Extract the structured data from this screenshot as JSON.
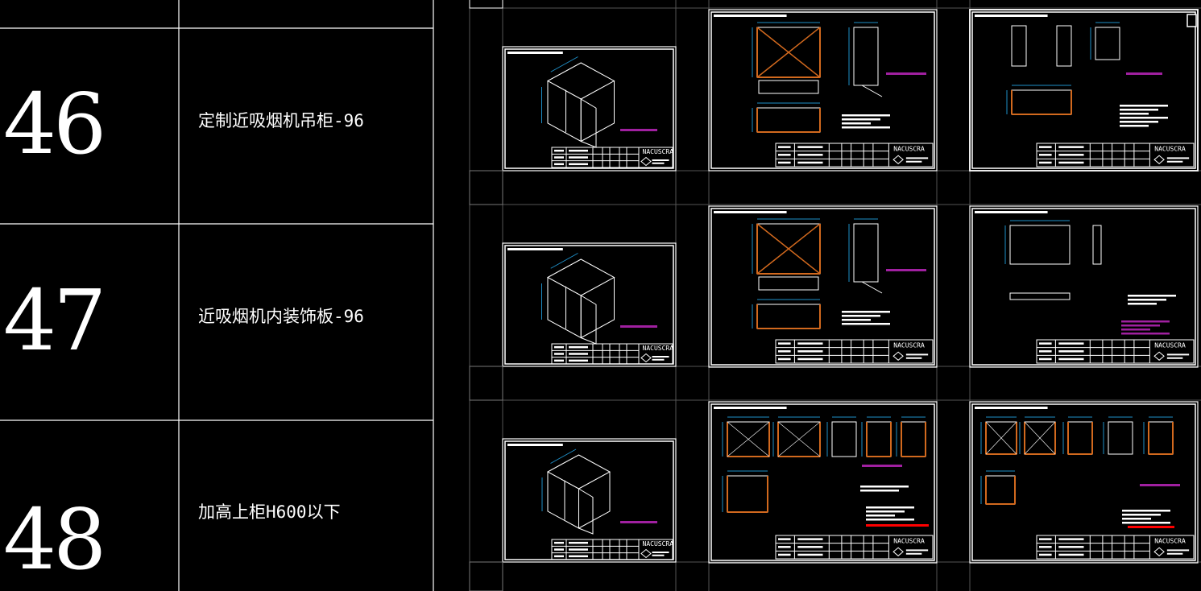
{
  "colors": {
    "background": "#000000",
    "line": "#ffffff",
    "dimension": "#1e8fc8",
    "wood": "#d2691e",
    "note": "#a020a0",
    "highlight": "#ff0000"
  },
  "rows": [
    {
      "number": "46",
      "name": "定制近吸烟机吊柜-96"
    },
    {
      "number": "47",
      "name": "近吸烟机内装饰板-96"
    },
    {
      "number": "48",
      "name": "加高上柜H600以下"
    }
  ],
  "title_block": {
    "logo": "NACUSCRA"
  },
  "icons": {
    "selection_grip": "grip-handle-icon"
  }
}
